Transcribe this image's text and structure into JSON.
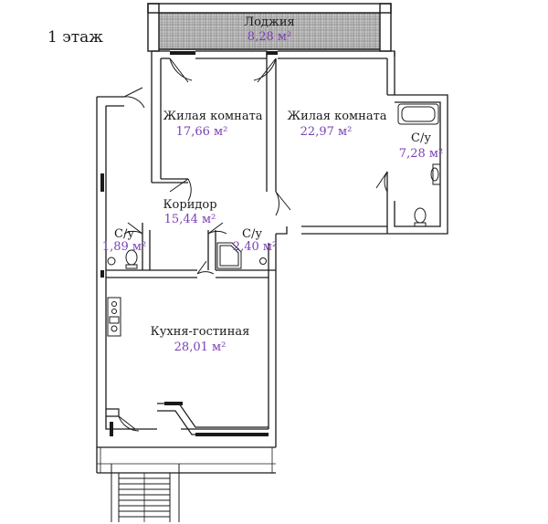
{
  "floor_label": "1 этаж",
  "rooms": {
    "loggia": {
      "name": "Лоджия",
      "area": "8,28 м²"
    },
    "living1": {
      "name": "Жилая комната",
      "area": "17,66 м²"
    },
    "living2": {
      "name": "Жилая комната",
      "area": "22,97 м²"
    },
    "bath_right": {
      "name": "С/у",
      "area": "7,28 м²"
    },
    "corridor": {
      "name": "Коридор",
      "area": "15,44 м²"
    },
    "wc_left": {
      "name": "С/у",
      "area": "1,89 м²"
    },
    "wc_mid": {
      "name": "С/у",
      "area": "2,40 м²"
    },
    "kitchen": {
      "name": "Кухня-гостиная",
      "area": "28,01 м²"
    }
  },
  "colors": {
    "wall": "#1a1a1a",
    "area_text": "#7b3fb5",
    "loggia_fill": "#bdbdbd"
  }
}
